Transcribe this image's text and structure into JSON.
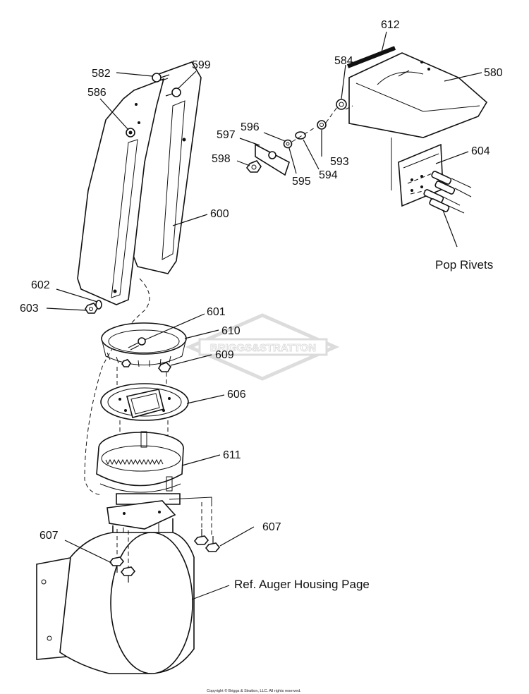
{
  "labels": {
    "p612": "612",
    "p584": "584",
    "p580": "580",
    "p582": "582",
    "p599": "599",
    "p586": "586",
    "p596": "596",
    "p597": "597",
    "p593": "593",
    "p598": "598",
    "p595": "595",
    "p594": "594",
    "p604": "604",
    "p600": "600",
    "pop_rivets": "Pop Rivets",
    "p602": "602",
    "p603": "603",
    "p601": "601",
    "p610": "610",
    "p609": "609",
    "p606": "606",
    "p611": "611",
    "p607a": "607",
    "p607b": "607",
    "auger_ref": "Ref. Auger Housing Page"
  },
  "watermark": "BRIGGS&STRATTON",
  "copyright": "Copyright © Briggs & Stratton, LLC. All rights reserved.",
  "colors": {
    "ink": "#111111",
    "watermark": "#d9d9d9",
    "paper": "#ffffff"
  }
}
